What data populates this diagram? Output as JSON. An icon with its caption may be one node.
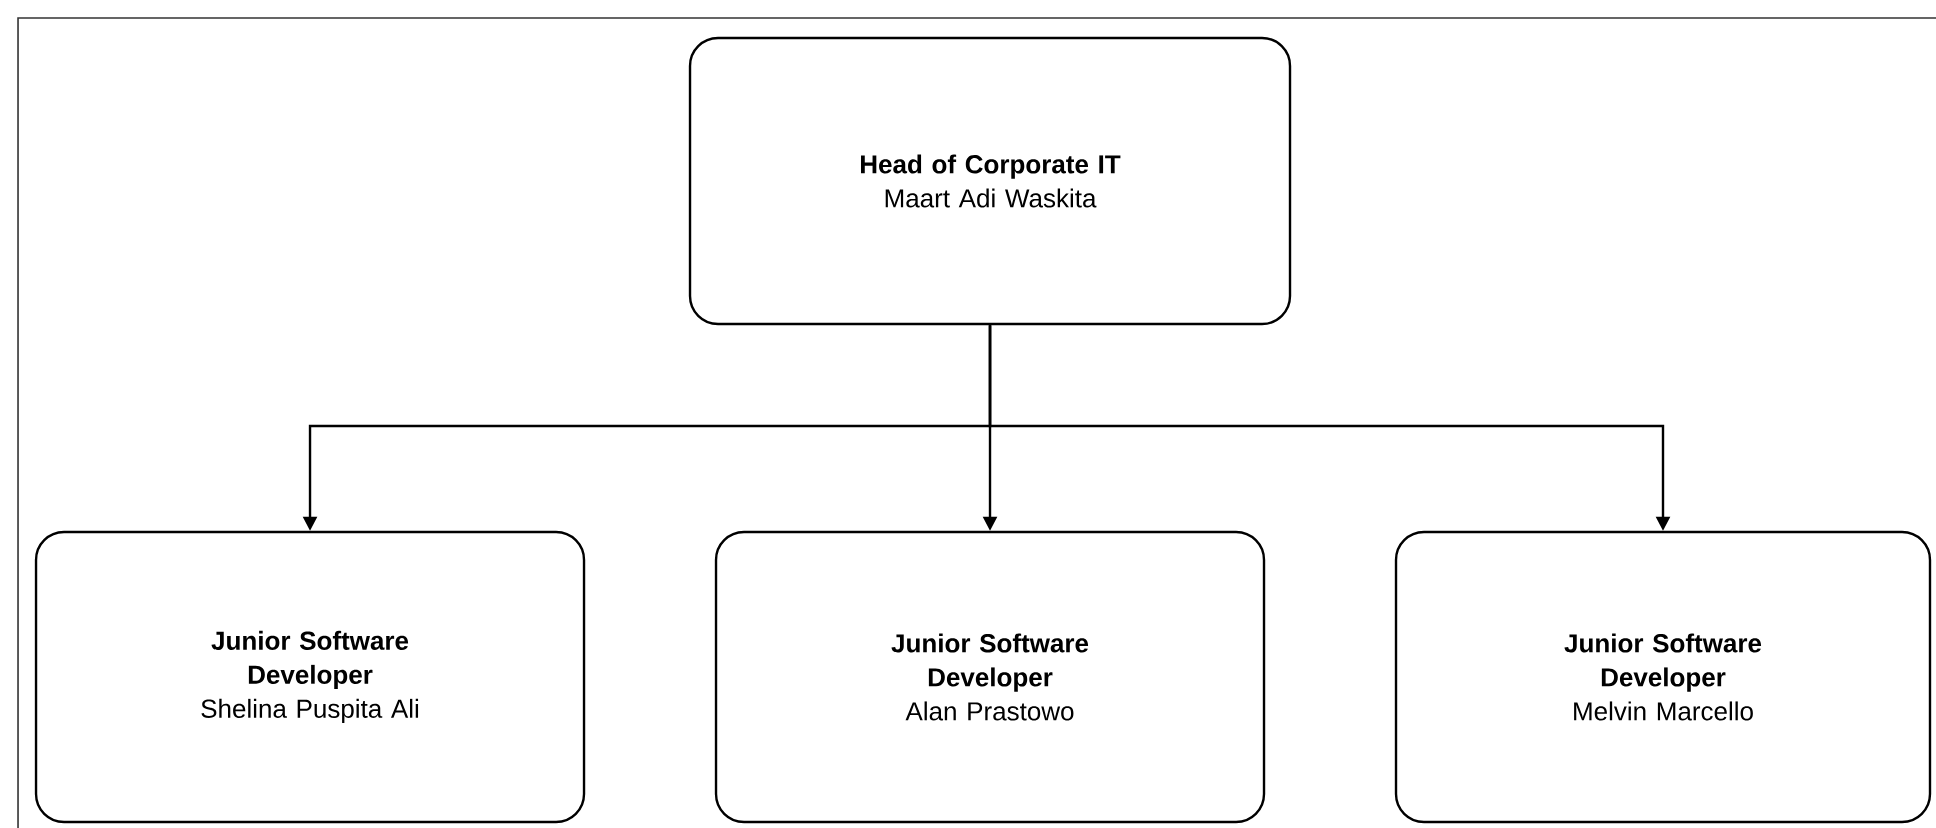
{
  "diagram": {
    "nodes": [
      {
        "text": [
          "Head of Corporate IT",
          "Maart Adi Waskita"
        ]
      },
      {
        "text": [
          "Junior Software Developer",
          "Shelina Puspita Ali"
        ]
      },
      {
        "text": [
          "Junior Software Developer",
          "Alan Prastowo"
        ]
      },
      {
        "text": [
          "Junior Software Developer",
          "Melvin Marcello"
        ]
      }
    ],
    "edges": [
      {
        "from": 0,
        "to": 1,
        "arrow": "to"
      },
      {
        "from": 0,
        "to": 2,
        "arrow": "to"
      },
      {
        "from": 0,
        "to": 3,
        "arrow": "to"
      }
    ]
  }
}
